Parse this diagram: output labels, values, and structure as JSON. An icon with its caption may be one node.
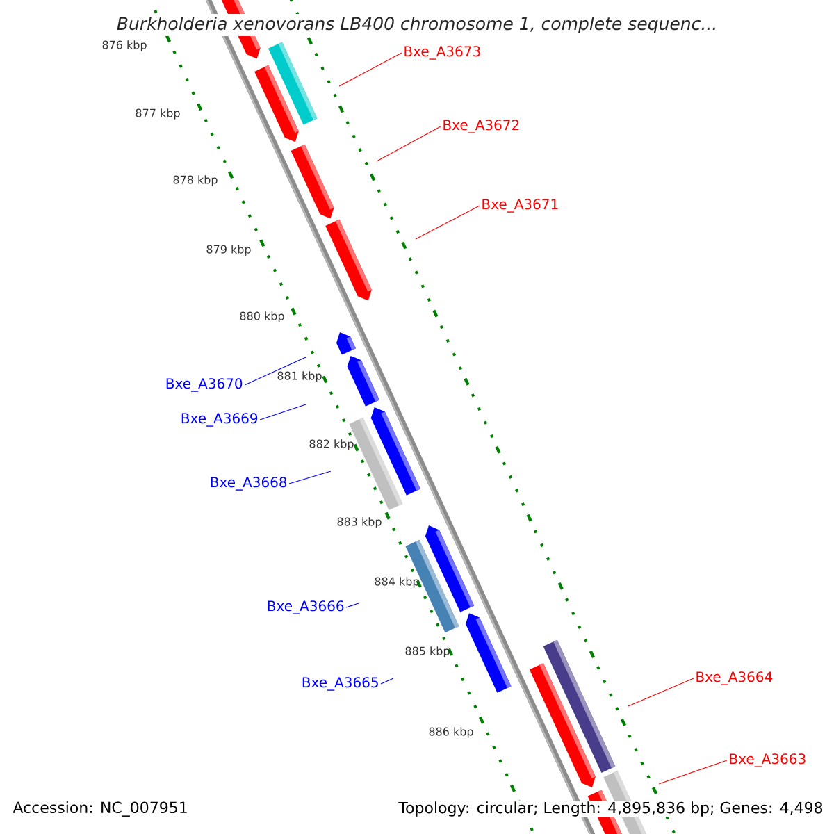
{
  "diagram": {
    "title": "Burkholderia xenovorans LB400 chromosome 1, complete sequenc...",
    "nodes": [
      {
        "text": [
          "Bxe_A3673"
        ]
      },
      {
        "text": [
          "Bxe_A3672"
        ]
      },
      {
        "text": [
          "Bxe_A3671"
        ]
      },
      {
        "text": [
          "Bxe_A3670"
        ]
      },
      {
        "text": [
          "Bxe_A3669"
        ]
      },
      {
        "text": [
          "Bxe_A3668"
        ]
      },
      {
        "text": [
          "Bxe_A3666"
        ]
      },
      {
        "text": [
          "Bxe_A3665"
        ]
      },
      {
        "text": [
          "Bxe_A3664"
        ]
      },
      {
        "text": [
          "Bxe_A3663"
        ]
      }
    ],
    "edges": [
      {
        "from": 0,
        "to": null,
        "arrow": "none",
        "color": "#ff0000"
      },
      {
        "from": 1,
        "to": null,
        "arrow": "none",
        "color": "#ff0000"
      },
      {
        "from": 2,
        "to": null,
        "arrow": "none",
        "color": "#ff0000"
      },
      {
        "from": 3,
        "to": null,
        "arrow": "none",
        "color": "#0000ff"
      },
      {
        "from": 4,
        "to": null,
        "arrow": "none",
        "color": "#0000ff"
      },
      {
        "from": 5,
        "to": null,
        "arrow": "none",
        "color": "#0000ff"
      },
      {
        "from": 6,
        "to": null,
        "arrow": "none",
        "color": "#0000ff"
      },
      {
        "from": 7,
        "to": null,
        "arrow": "none",
        "color": "#0000ff"
      },
      {
        "from": 8,
        "to": null,
        "arrow": "none",
        "color": "#ff0000"
      },
      {
        "from": 9,
        "to": null,
        "arrow": "none",
        "color": "#ff0000"
      }
    ],
    "labels": [
      "876 kbp",
      "877 kbp",
      "878 kbp",
      "879 kbp",
      "880 kbp",
      "881 kbp",
      "882 kbp",
      "883 kbp",
      "884 kbp",
      "885 kbp",
      "886 kbp",
      "Accession: NC_007951",
      "Topology: circular; Length: 4,895,836 bp; Genes: 4,498"
    ]
  }
}
